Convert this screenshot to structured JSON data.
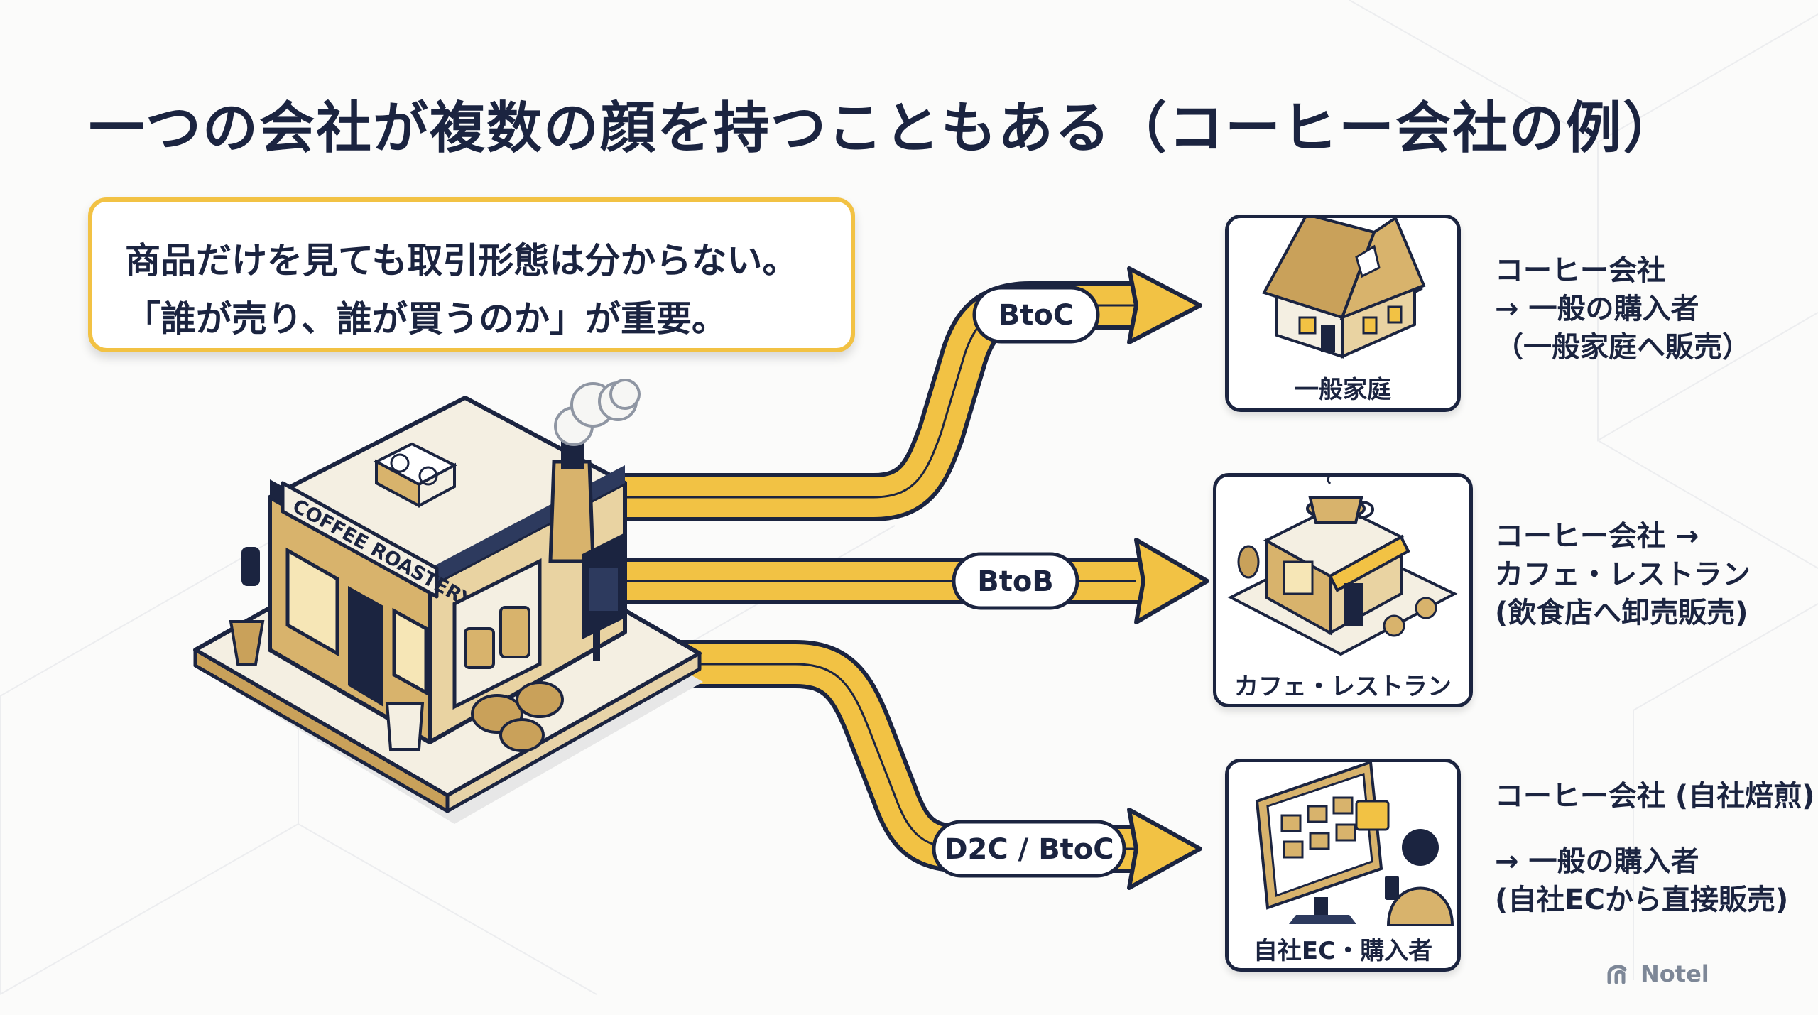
{
  "title": "一つの会社が複数の顔を持つこともある（コーヒー会社の例）",
  "callout": {
    "line1": "商品だけを見ても取引形態は分からない。",
    "line2": "「誰が売り、誰が買うのか」が重要。"
  },
  "store_sign": "COFFEE ROASTERY",
  "routes": [
    {
      "label": "BtoC",
      "card_label": "一般家庭",
      "icon": "house-icon",
      "description": [
        "コーヒー会社",
        "→ 一般の購入者",
        "（一般家庭へ販売）"
      ]
    },
    {
      "label": "BtoB",
      "card_label": "カフェ・レストラン",
      "icon": "cafe-icon",
      "description": [
        "コーヒー会社 →",
        "カフェ・レストラン",
        "(飲食店へ卸売販売)"
      ]
    },
    {
      "label": "D2C / BtoC",
      "card_label": "自社EC・購入者",
      "icon": "online-shop-icon",
      "description": [
        "コーヒー会社 (自社焙煎)",
        "→ 一般の購入者",
        "(自社ECから直接販売)"
      ]
    }
  ],
  "brand": {
    "icon": "notel-logo-icon",
    "name": "Notel"
  },
  "colors": {
    "navy": "#1b2440",
    "accent_yellow": "#f2c244",
    "tan": "#c9a15a",
    "background": "#fbfbfa"
  }
}
